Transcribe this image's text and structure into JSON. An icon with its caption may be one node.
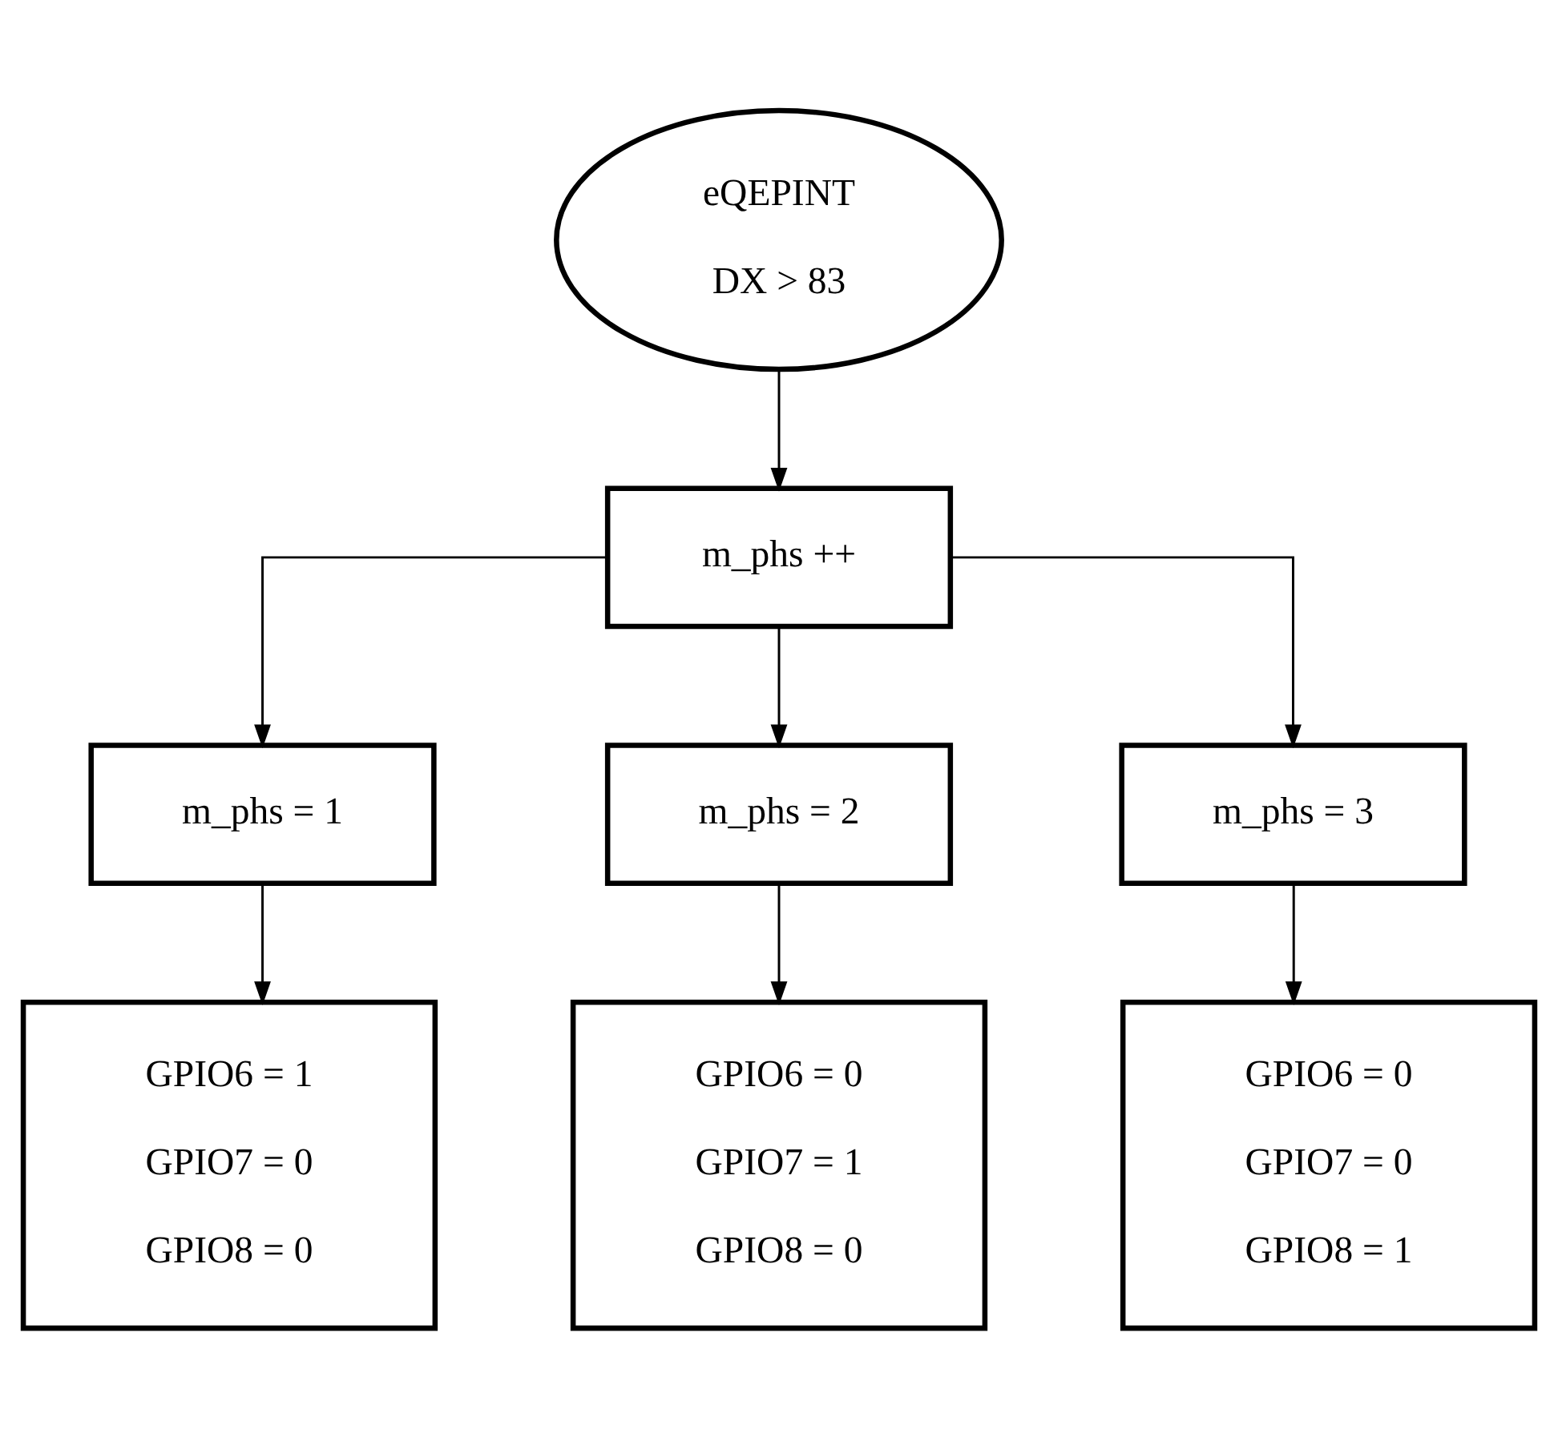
{
  "diagram": {
    "nodes": [
      {
        "text": [
          "eQEPINT",
          "DX > 83"
        ]
      },
      {
        "text": [
          "m_phs ++"
        ]
      },
      {
        "text": [
          "m_phs = 1"
        ]
      },
      {
        "text": [
          "m_phs = 2"
        ]
      },
      {
        "text": [
          "m_phs = 3"
        ]
      },
      {
        "text": [
          "GPIO6 = 1",
          "GPIO7 = 0",
          "GPIO8 = 0"
        ]
      },
      {
        "text": [
          "GPIO6 = 0",
          "GPIO7 = 1",
          "GPIO8 = 0"
        ]
      },
      {
        "text": [
          "GPIO6 = 0",
          "GPIO7 = 0",
          "GPIO8 = 1"
        ]
      }
    ],
    "edges": [
      {
        "from": 0,
        "to": 1,
        "arrow": "to"
      },
      {
        "from": 1,
        "to": 2,
        "arrow": "to"
      },
      {
        "from": 1,
        "to": 3,
        "arrow": "to"
      },
      {
        "from": 1,
        "to": 4,
        "arrow": "to"
      },
      {
        "from": 2,
        "to": 5,
        "arrow": "to"
      },
      {
        "from": 3,
        "to": 6,
        "arrow": "to"
      },
      {
        "from": 4,
        "to": 7,
        "arrow": "to"
      }
    ]
  }
}
